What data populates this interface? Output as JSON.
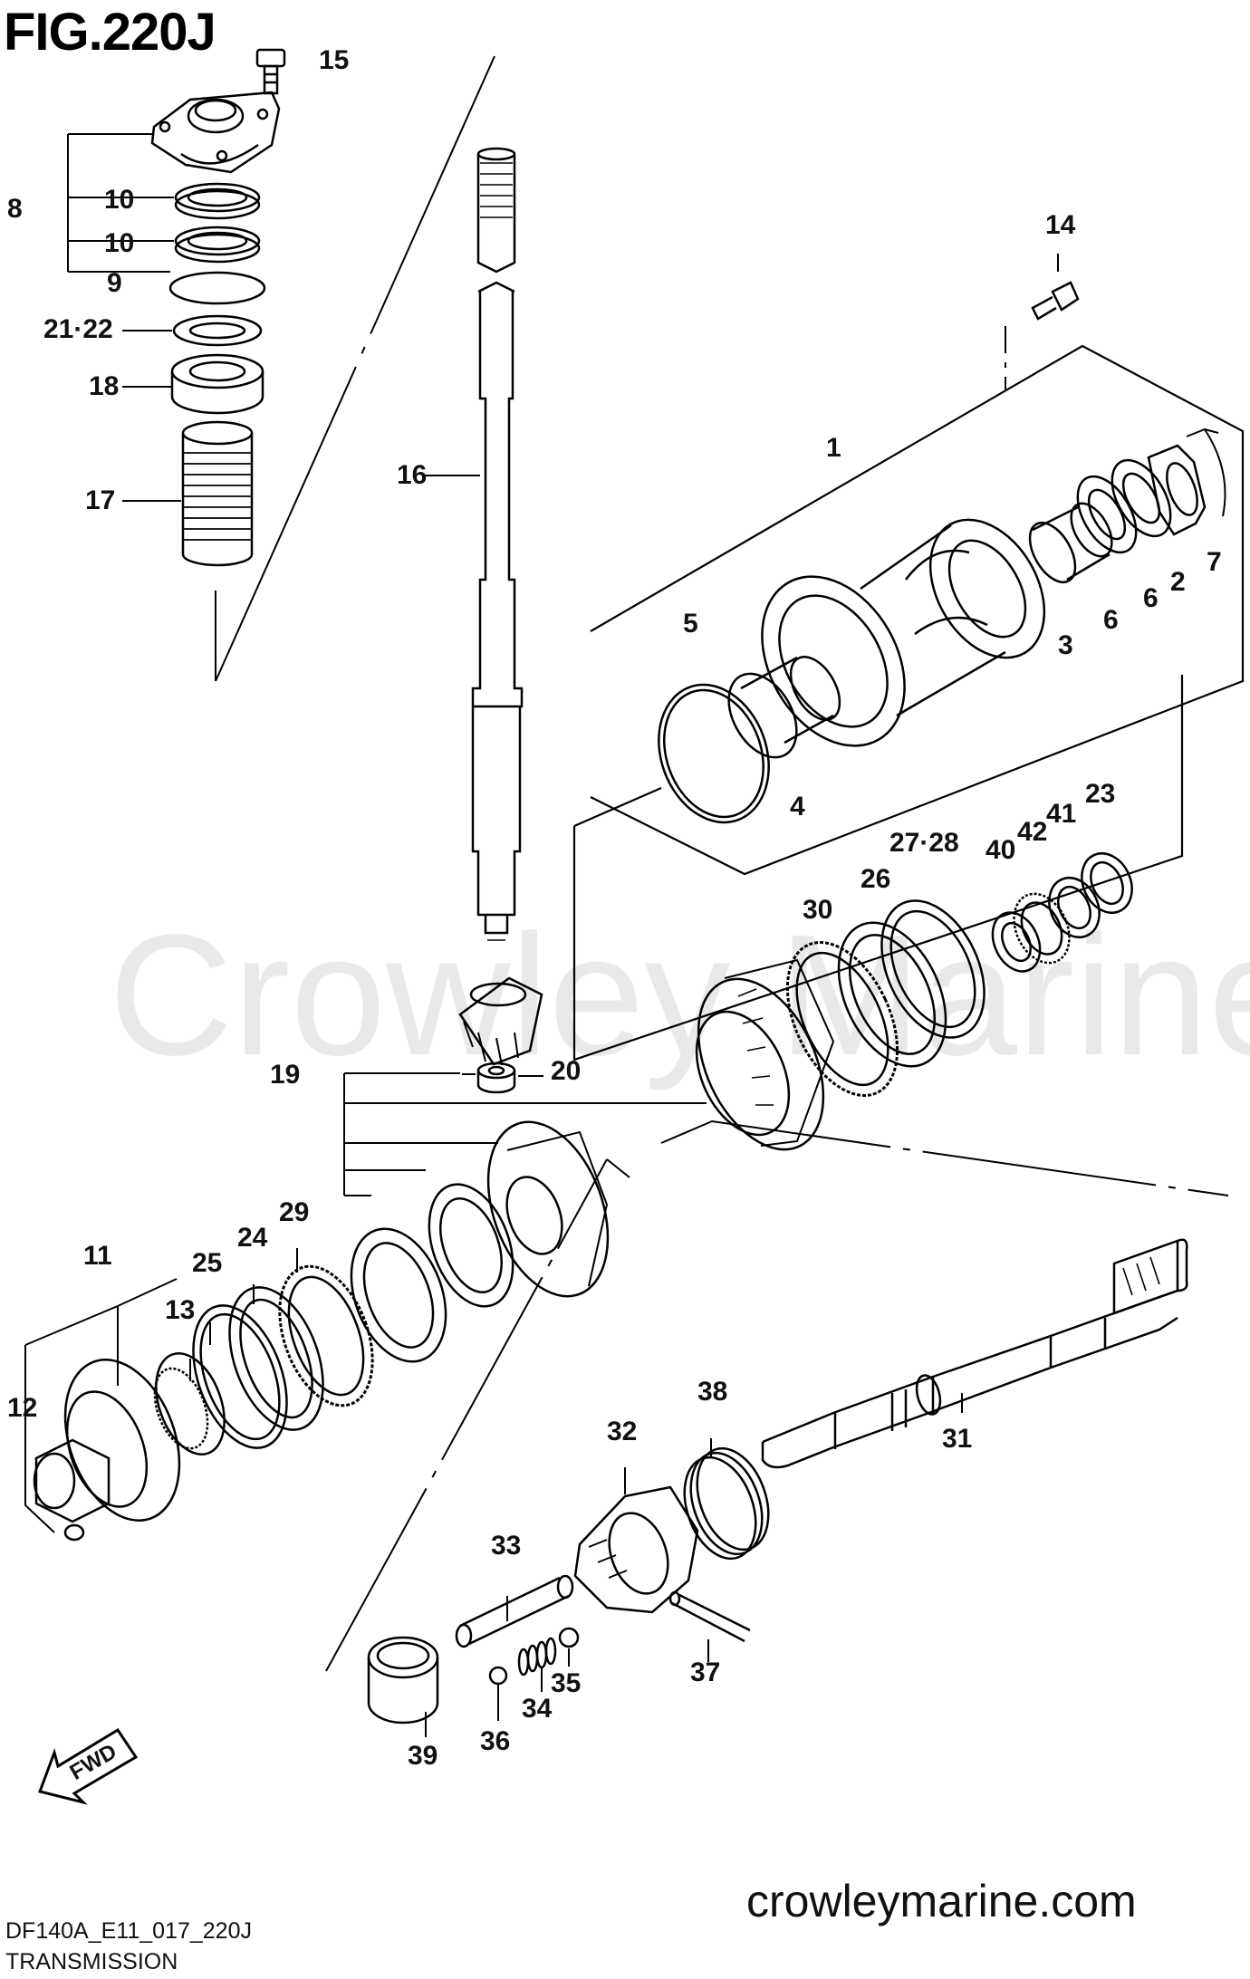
{
  "figure": {
    "title": "FIG.220J",
    "watermark": "Crowley Marine",
    "site": "crowleymarine.com",
    "code": "DF140A_E11_017_220J",
    "section": "TRANSMISSION",
    "fwd_label": "FWD"
  },
  "callouts": [
    "15",
    "8",
    "10",
    "10",
    "9",
    "21·22",
    "18",
    "17",
    "16",
    "14",
    "1",
    "5",
    "4",
    "3",
    "6",
    "6",
    "2",
    "7",
    "23",
    "41",
    "42",
    "40",
    "27·28",
    "26",
    "30",
    "19",
    "20",
    "11",
    "29",
    "24",
    "25",
    "13",
    "12",
    "38",
    "32",
    "31",
    "33",
    "37",
    "34",
    "35",
    "36",
    "39"
  ]
}
